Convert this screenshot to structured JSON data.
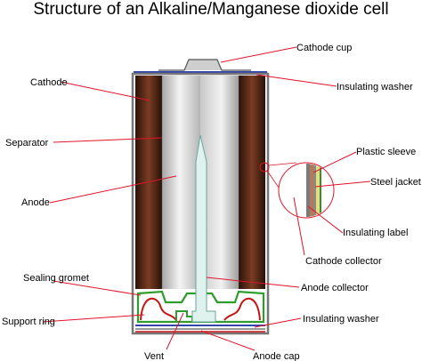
{
  "title": "Structure of an Alkaline/Manganese dioxide cell",
  "labels": {
    "cathode_cup": "Cathode cup",
    "cathode": "Cathode",
    "insulating_washer_top": "Insulating washer",
    "separator": "Separator",
    "plastic_sleeve": "Plastic sleeve",
    "steel_jacket": "Steel jacket",
    "anode": "Anode",
    "insulating_label": "Insulating label",
    "cathode_collector": "Cathode collector",
    "sealing_gromet": "Sealing gromet",
    "anode_collector": "Anode collector",
    "support_ring": "Support ring",
    "insulating_washer_bottom": "Insulating washer",
    "vent": "Vent",
    "anode_cap": "Anode cap"
  },
  "colors": {
    "leader": "#e2122a",
    "cathode": "#5a2a18",
    "anode": "#d8d8d8",
    "collector": "#dff2ee",
    "gromet": "#2e9d2e",
    "support_ring": "#c41616",
    "washer": "#3344aa",
    "steel": "#8a8a8a",
    "sleeve": "#e6dc7a"
  }
}
